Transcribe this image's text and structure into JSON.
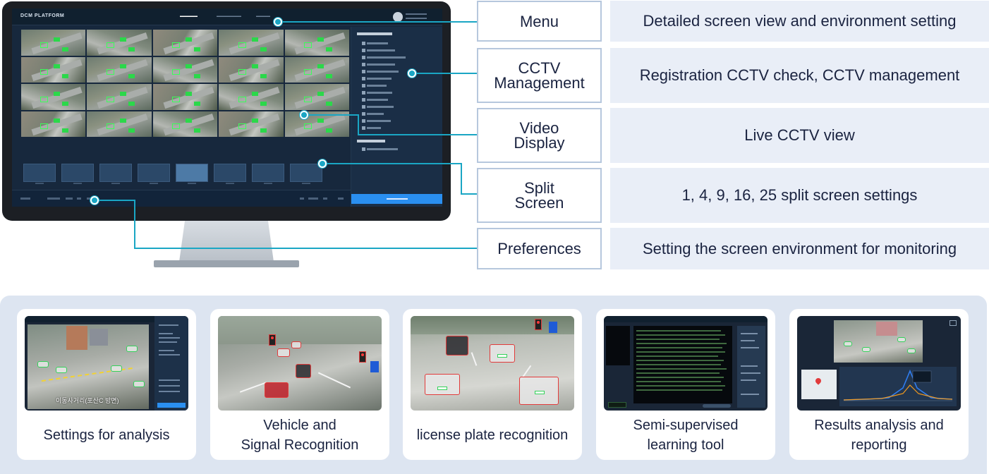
{
  "monitor": {
    "app_title": "DCM PLATFORM"
  },
  "features": [
    {
      "label": "Menu",
      "description": "Detailed screen view and environment setting"
    },
    {
      "label": "CCTV\nManagement",
      "description": "Registration CCTV check, CCTV management"
    },
    {
      "label": "Video\nDisplay",
      "description": "Live CCTV view"
    },
    {
      "label": "Split\nScreen",
      "description": "1, 4, 9, 16, 25 split screen settings"
    },
    {
      "label": "Preferences",
      "description": "Setting the screen environment for monitoring"
    }
  ],
  "cards": [
    {
      "caption": "Settings for analysis",
      "overlay_text": "이동사거리(포산C 방면)"
    },
    {
      "caption": "Vehicle and\nSignal Recognition"
    },
    {
      "caption": "license plate recognition"
    },
    {
      "caption": "Semi-supervised\nlearning tool"
    },
    {
      "caption": "Results analysis and\nreporting"
    }
  ],
  "colors": {
    "connector": "#1aa6c4",
    "feature_border": "#b6c7dd",
    "description_bg": "#e9eef7",
    "panel_bg": "#dde5f1",
    "text": "#1a2340"
  }
}
